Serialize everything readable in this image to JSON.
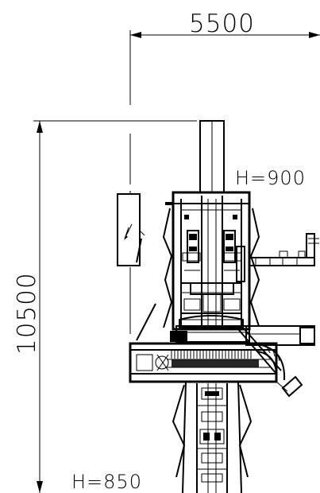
{
  "dimensions": {
    "width": "5500",
    "height": "10500",
    "height_top": "H=900",
    "height_bottom": "H=850"
  }
}
